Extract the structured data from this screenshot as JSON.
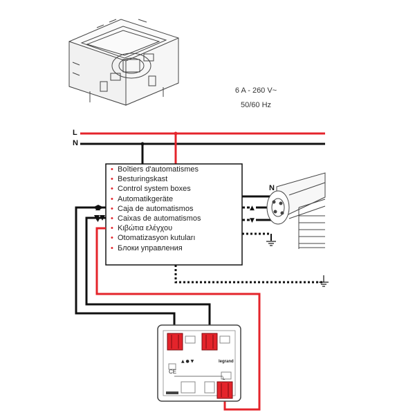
{
  "lines": {
    "live": "L",
    "neutral": "N",
    "motor_neutral": "N"
  },
  "specs": {
    "rating": "6 A - 260 V~",
    "frequency": "50/60 Hz"
  },
  "control_box": {
    "items": [
      "Boîtiers d'automatismes",
      "Besturingskast",
      "Control system boxes",
      "Automatikgeräte",
      "Caja de automatismos",
      "Caixas de automatismos",
      "Κιβώτια ελέγχου",
      "Otomatizasyon kutuları",
      "Блоки управления"
    ]
  },
  "switch": {
    "brand": "legrand",
    "symbols": "▲ ● ▼",
    "terminal_label": "L"
  },
  "colors": {
    "live_wire": "#e4242b",
    "wire": "#111111",
    "terminal": "#c62828",
    "body_outline": "#444444"
  }
}
